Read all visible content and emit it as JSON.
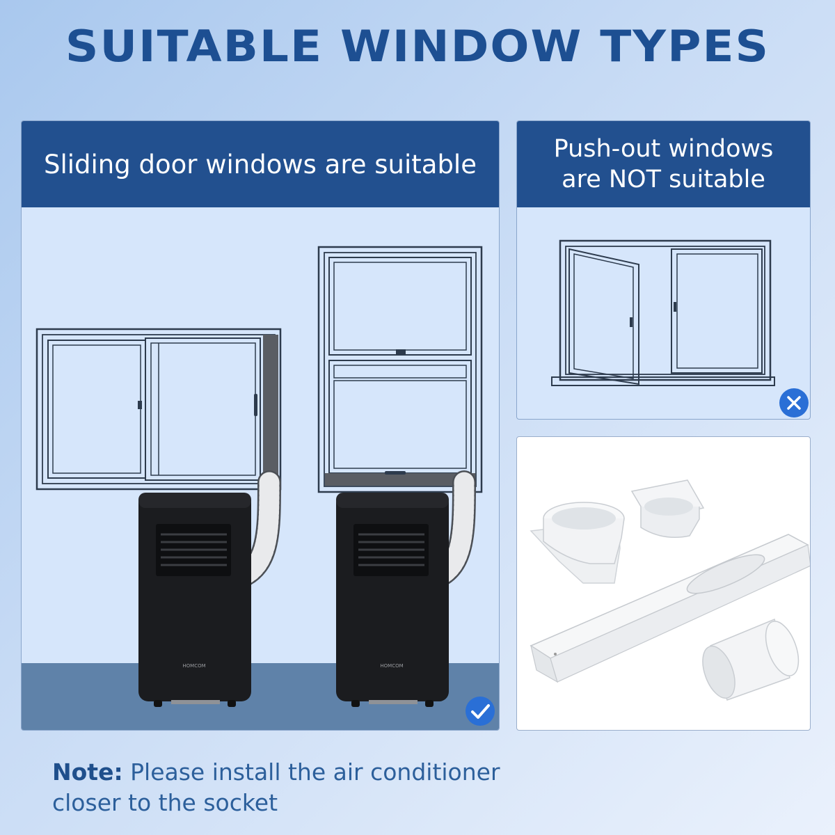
{
  "headline": "SUITABLE WINDOW TYPES",
  "left_panel": {
    "title": "Sliding door windows are suitable",
    "status": "check-icon"
  },
  "right_panel": {
    "title_line1": "Push-out windows",
    "title_line2": "are NOT suitable",
    "status": "cross-icon"
  },
  "kit_panel": {
    "description": "window-kit-parts"
  },
  "unit_brand": "HOMCOM",
  "note": {
    "lead": "Note:",
    "text_line1": " Please install the air conditioner",
    "text_line2": "closer to the socket"
  },
  "colors": {
    "brand_blue": "#22508f",
    "headline_blue": "#1d4f92",
    "panel_bg": "#d6e6fb",
    "badge_blue": "#2a6fd6"
  }
}
